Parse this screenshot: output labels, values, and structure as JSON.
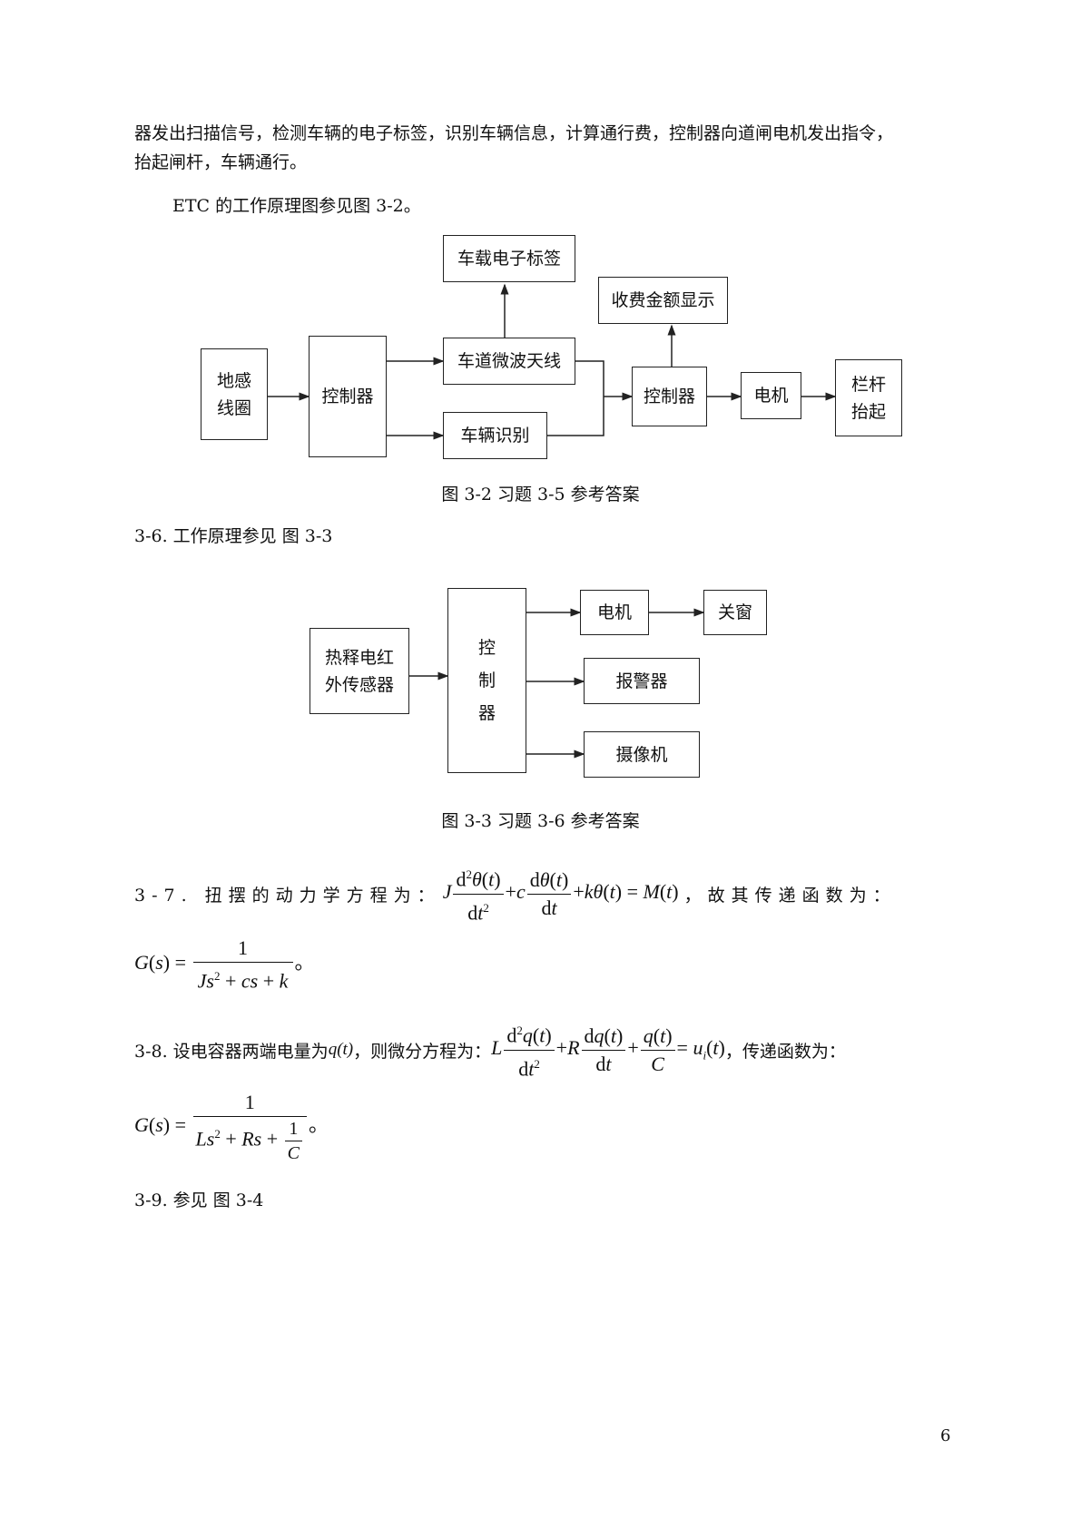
{
  "paragraphs": {
    "p1_line1": "器发出扫描信号，检测车辆的电子标签，识别车辆信息，计算通行费，控制器向道闸电机发出指令，",
    "p1_line2": "抬起闸杆，车辆通行。",
    "p2": "ETC 的工作原理图参见图 3-2。"
  },
  "figure_3_2": {
    "boxes": {
      "ground_coil": [
        "地感",
        "线圈"
      ],
      "controller1": "控制器",
      "tag": "车载电子标签",
      "antenna": "车道微波天线",
      "recognition": "车辆识别",
      "fee_display": "收费金额显示",
      "controller2": "控制器",
      "motor": "电机",
      "barrier": [
        "栏杆",
        "抬起"
      ]
    },
    "caption": "图 3-2 习题 3-5 参考答案"
  },
  "item_3_6": "3-6. 工作原理参见 图 3-3",
  "figure_3_3": {
    "boxes": {
      "sensor": [
        "热释电红",
        "外传感器"
      ],
      "controller": [
        "控",
        "制",
        "器"
      ],
      "motor": "电机",
      "close_window": "关窗",
      "alarm": "报警器",
      "camera": "摄像机"
    },
    "caption": "图 3-3 习题 3-6 参考答案"
  },
  "item_3_7": {
    "prefix": "3-7. 扭摆的动力学方程为：",
    "suffix": "，故其传递函数为："
  },
  "item_3_8": {
    "prefix": "3-8. 设电容器两端电量为",
    "var": "q(t)",
    "middle": "，则微分方程为：",
    "suffix": "，传递函数为："
  },
  "item_3_9": "3-9. 参见 图 3-4",
  "page_number": "6"
}
